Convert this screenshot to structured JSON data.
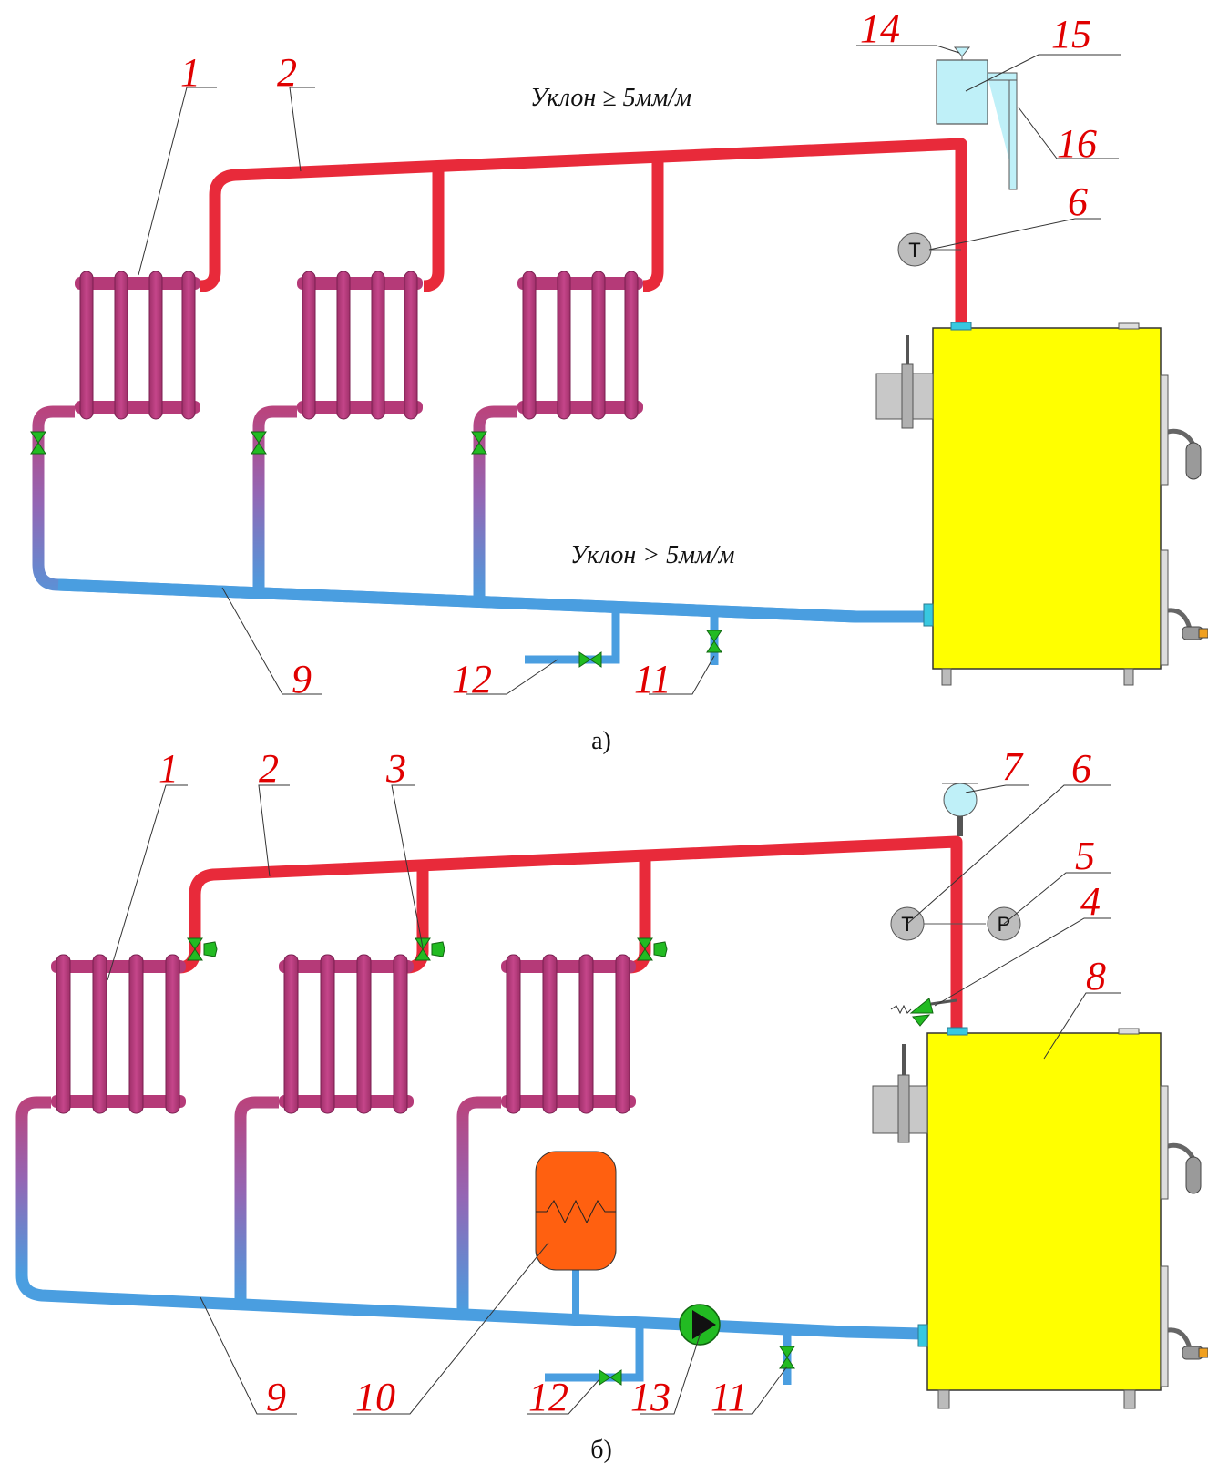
{
  "diagram_a": {
    "caption": "а)",
    "slope_top": "Уклон ≥ 5мм/м",
    "slope_bottom": "Уклон > 5мм/м",
    "thermometer_letter": "T",
    "labels": {
      "radiator": "1",
      "supply_pipe": "2",
      "thermometer": "6",
      "return_pipe": "9",
      "drain_valve": "11",
      "fill_valve": "12",
      "vent": "14",
      "expansion_tank": "15",
      "overflow_pipe": "16"
    }
  },
  "diagram_b": {
    "caption": "б)",
    "thermometer_letter": "T",
    "pressure_letter": "P",
    "labels": {
      "radiator": "1",
      "supply_pipe": "2",
      "radiator_valve": "3",
      "safety_valve": "4",
      "pressure_gauge": "5",
      "thermometer": "6",
      "air_vent": "7",
      "boiler": "8",
      "return_pipe": "9",
      "expansion_vessel": "10",
      "drain_valve": "11",
      "fill_valve": "12",
      "pump": "13"
    }
  },
  "colors": {
    "supply_hot": "#e82a3a",
    "return_cold": "#4a9ee0",
    "radiator": "#b53a78",
    "boiler": "#ffff00",
    "valve": "#22bb22",
    "expansion_tank": "#bff0f8",
    "expansion_vessel": "#ff6010",
    "label_red": "#e00000"
  }
}
